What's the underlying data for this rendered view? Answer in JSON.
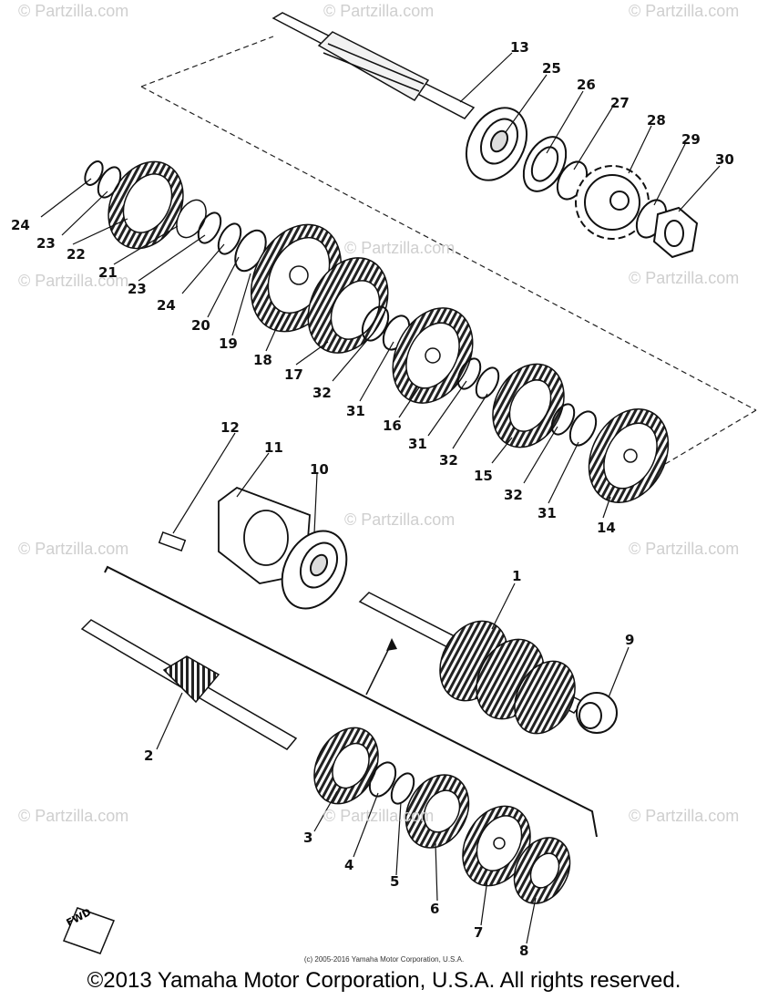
{
  "watermark": "© Partzilla.com",
  "fwd_label": "FWD",
  "small_copyright": "(c) 2005-2016 Yamaha Motor Corporation, U.S.A.",
  "copyright": "©2013 Yamaha Motor Corporation, U.S.A. All rights reserved.",
  "callouts": [
    "13",
    "25",
    "26",
    "27",
    "28",
    "29",
    "30",
    "24",
    "23",
    "22",
    "21",
    "23",
    "24",
    "20",
    "19",
    "18",
    "17",
    "32",
    "31",
    "16",
    "31",
    "32",
    "15",
    "32",
    "31",
    "14",
    "12",
    "11",
    "10",
    "1",
    "9",
    "2",
    "3",
    "4",
    "5",
    "6",
    "7",
    "8"
  ]
}
